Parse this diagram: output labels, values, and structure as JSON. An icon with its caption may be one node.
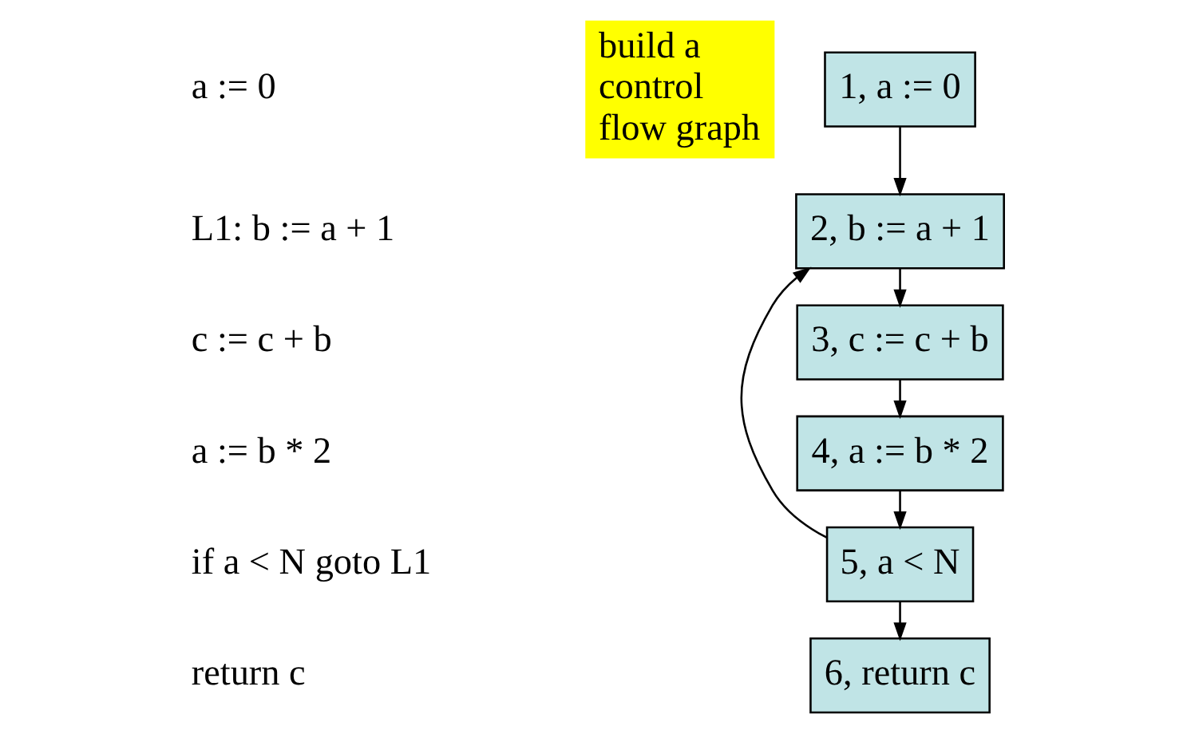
{
  "diagram": {
    "nodes": [
      {
        "text": [
          "build a control flow graph"
        ]
      },
      {
        "text": [
          "1, a := 0"
        ]
      },
      {
        "text": [
          "2, b := a + 1"
        ]
      },
      {
        "text": [
          "3, c := c + b"
        ]
      },
      {
        "text": [
          "4, a := b * 2"
        ]
      },
      {
        "text": [
          "5, a < N"
        ]
      },
      {
        "text": [
          "6, return c"
        ]
      }
    ],
    "edges": [
      {
        "from": 1,
        "to": 2,
        "arrow": "to"
      },
      {
        "from": 2,
        "to": 3,
        "arrow": "to"
      },
      {
        "from": 3,
        "to": 4,
        "arrow": "to"
      },
      {
        "from": 4,
        "to": 5,
        "arrow": "to"
      },
      {
        "from": 5,
        "to": 2,
        "arrow": "to"
      },
      {
        "from": 5,
        "to": 6,
        "arrow": "to"
      }
    ],
    "labels": [
      "a := 0",
      "L1: b := a + 1",
      "c := c + b",
      "a := b * 2",
      "if a < N goto L1",
      "return c"
    ]
  }
}
